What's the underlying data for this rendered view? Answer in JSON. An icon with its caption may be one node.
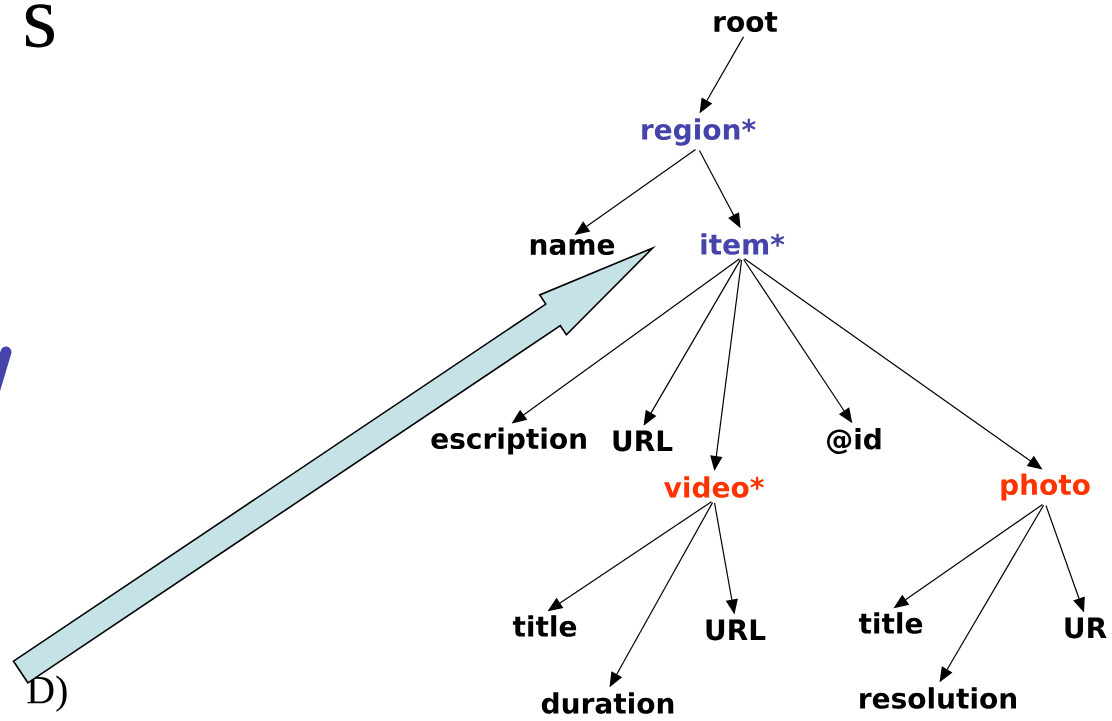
{
  "diagram": {
    "nodes": [
      {
        "text": [
          "root"
        ]
      },
      {
        "text": [
          "region*"
        ]
      },
      {
        "text": [
          "name"
        ]
      },
      {
        "text": [
          "item*"
        ]
      },
      {
        "text": [
          "escription"
        ]
      },
      {
        "text": [
          "URL"
        ]
      },
      {
        "text": [
          "video*"
        ]
      },
      {
        "text": [
          "@id"
        ]
      },
      {
        "text": [
          "photo"
        ]
      },
      {
        "text": [
          "title"
        ]
      },
      {
        "text": [
          "duration"
        ]
      },
      {
        "text": [
          "URL"
        ]
      },
      {
        "text": [
          "title"
        ]
      },
      {
        "text": [
          "resolution"
        ]
      },
      {
        "text": [
          "UR"
        ]
      }
    ],
    "edges": [
      {
        "from": 0,
        "to": 1,
        "arrow": "to"
      },
      {
        "from": 1,
        "to": 2,
        "arrow": "to"
      },
      {
        "from": 1,
        "to": 3,
        "arrow": "to"
      },
      {
        "from": 3,
        "to": 4,
        "arrow": "to"
      },
      {
        "from": 3,
        "to": 5,
        "arrow": "to"
      },
      {
        "from": 3,
        "to": 6,
        "arrow": "to"
      },
      {
        "from": 3,
        "to": 7,
        "arrow": "to"
      },
      {
        "from": 3,
        "to": 8,
        "arrow": "to"
      },
      {
        "from": 6,
        "to": 9,
        "arrow": "to"
      },
      {
        "from": 6,
        "to": 10,
        "arrow": "to"
      },
      {
        "from": 6,
        "to": 11,
        "arrow": "to"
      },
      {
        "from": 8,
        "to": 12,
        "arrow": "to"
      },
      {
        "from": 8,
        "to": 13,
        "arrow": "to"
      },
      {
        "from": 8,
        "to": 14,
        "arrow": "to"
      },
      {
        "from": null,
        "to": 2,
        "arrow": "to",
        "style": "thick"
      }
    ],
    "labels": [
      "s",
      "D)"
    ]
  }
}
